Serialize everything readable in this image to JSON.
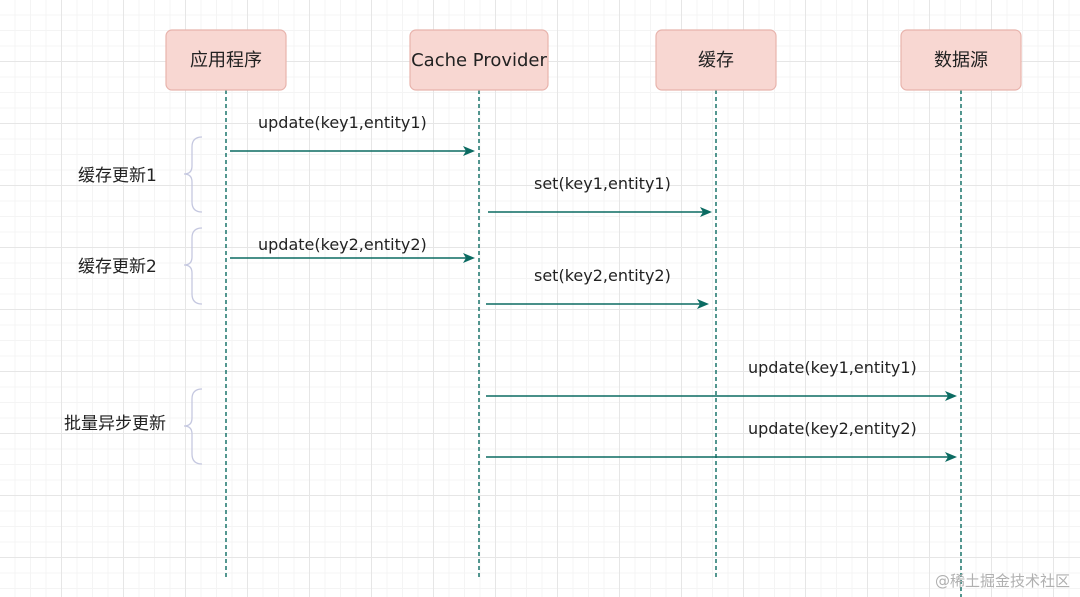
{
  "actors": [
    {
      "label": "应用程序"
    },
    {
      "label": "Cache Provider"
    },
    {
      "label": "缓存"
    },
    {
      "label": "数据源"
    }
  ],
  "messages": [
    {
      "label": "update(key1,entity1)",
      "from": 0,
      "to": 1
    },
    {
      "label": "set(key1,entity1)",
      "from": 1,
      "to": 2
    },
    {
      "label": "update(key2,entity2)",
      "from": 0,
      "to": 1
    },
    {
      "label": "set(key2,entity2)",
      "from": 1,
      "to": 2
    },
    {
      "label": "update(key1,entity1)",
      "from": 1,
      "to": 3
    },
    {
      "label": "update(key2,entity2)",
      "from": 1,
      "to": 3
    }
  ],
  "groups": [
    {
      "label": "缓存更新1"
    },
    {
      "label": "缓存更新2"
    },
    {
      "label": "批量异步更新"
    }
  ],
  "watermark": "@稀土掘金技术社区",
  "colors": {
    "actor_fill": "#f8d7d2",
    "actor_border": "#e8b3ac",
    "line": "#0b6b62",
    "brace": "#c5c8e0"
  }
}
